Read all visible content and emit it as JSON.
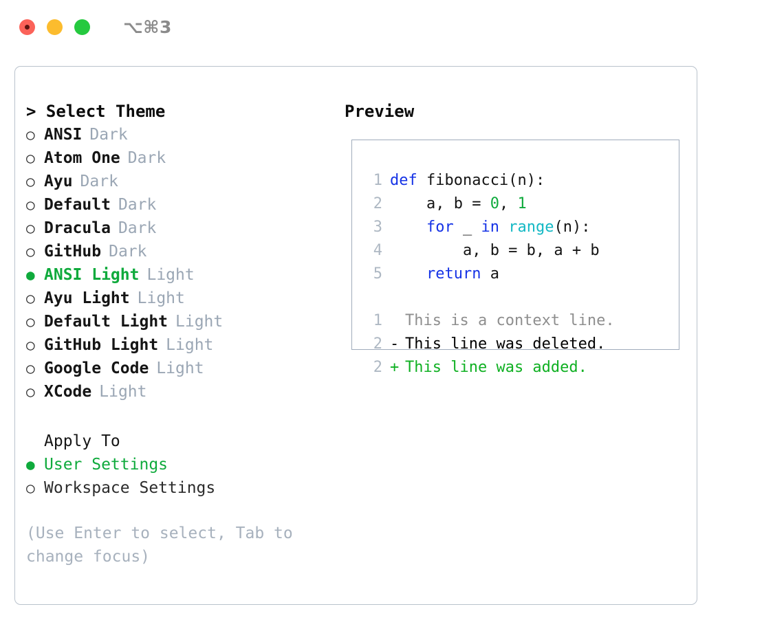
{
  "window": {
    "shortcut_title": "⌥⌘3",
    "traffic_lights": [
      {
        "name": "close",
        "color": "#fb6259"
      },
      {
        "name": "minimize",
        "color": "#fcbc2e"
      },
      {
        "name": "zoom",
        "color": "#25c93f"
      }
    ]
  },
  "colors": {
    "accent_green": "#0faa3c",
    "muted_gray": "#9aa6b4",
    "hint_gray": "#a7b1bd",
    "panel_border": "#b9c2cc",
    "preview_border": "#9fabbb",
    "keyword_blue": "#1633e6",
    "builtin_cyan": "#13b8c4",
    "number_green": "#0faa3c",
    "diff_delete_red": "#c22b1e",
    "diff_add_green": "#0fb022",
    "lineno_gray": "#aeb8c3"
  },
  "theme_picker": {
    "heading": "> Select Theme",
    "bullet_unselected": "○",
    "bullet_selected": "●",
    "items": [
      {
        "name": "ANSI",
        "kind": "Dark",
        "selected": false
      },
      {
        "name": "Atom One",
        "kind": "Dark",
        "selected": false
      },
      {
        "name": "Ayu",
        "kind": "Dark",
        "selected": false
      },
      {
        "name": "Default",
        "kind": "Dark",
        "selected": false
      },
      {
        "name": "Dracula",
        "kind": "Dark",
        "selected": false
      },
      {
        "name": "GitHub",
        "kind": "Dark",
        "selected": false
      },
      {
        "name": "ANSI Light",
        "kind": "Light",
        "selected": true
      },
      {
        "name": "Ayu Light",
        "kind": "Light",
        "selected": false
      },
      {
        "name": "Default Light",
        "kind": "Light",
        "selected": false
      },
      {
        "name": "GitHub Light",
        "kind": "Light",
        "selected": false
      },
      {
        "name": "Google Code",
        "kind": "Light",
        "selected": false
      },
      {
        "name": "XCode",
        "kind": "Light",
        "selected": false
      }
    ]
  },
  "apply_to": {
    "heading": "Apply To",
    "options": [
      {
        "label": "User Settings",
        "selected": true
      },
      {
        "label": "Workspace Settings",
        "selected": false
      }
    ]
  },
  "hint": "(Use Enter to select, Tab to change focus)",
  "preview": {
    "heading": "Preview",
    "code_lines": [
      {
        "number": "1",
        "tokens": [
          {
            "text": "def ",
            "type": "kw"
          },
          {
            "text": "fibonacci",
            "type": "id"
          },
          {
            "text": "(n):",
            "type": "op"
          }
        ]
      },
      {
        "number": "2",
        "tokens": [
          {
            "text": "    a, b = ",
            "type": "id"
          },
          {
            "text": "0",
            "type": "num"
          },
          {
            "text": ", ",
            "type": "op"
          },
          {
            "text": "1",
            "type": "num"
          }
        ]
      },
      {
        "number": "3",
        "tokens": [
          {
            "text": "    ",
            "type": "op"
          },
          {
            "text": "for",
            "type": "kw"
          },
          {
            "text": " _ ",
            "type": "id"
          },
          {
            "text": "in",
            "type": "kw"
          },
          {
            "text": " ",
            "type": "op"
          },
          {
            "text": "range",
            "type": "fn"
          },
          {
            "text": "(n):",
            "type": "op"
          }
        ]
      },
      {
        "number": "4",
        "tokens": [
          {
            "text": "        a, b = b, a + b",
            "type": "id"
          }
        ]
      },
      {
        "number": "5",
        "tokens": [
          {
            "text": "    ",
            "type": "op"
          },
          {
            "text": "return",
            "type": "kw"
          },
          {
            "text": " a",
            "type": "id"
          }
        ]
      }
    ],
    "diff_lines": [
      {
        "number": "1",
        "marker": " ",
        "text": "This is a context line.",
        "type": "context"
      },
      {
        "number": "2",
        "marker": "-",
        "text": "This line was deleted.",
        "type": "delete"
      },
      {
        "number": "2",
        "marker": "+",
        "text": "This line was added.",
        "type": "add"
      }
    ]
  }
}
